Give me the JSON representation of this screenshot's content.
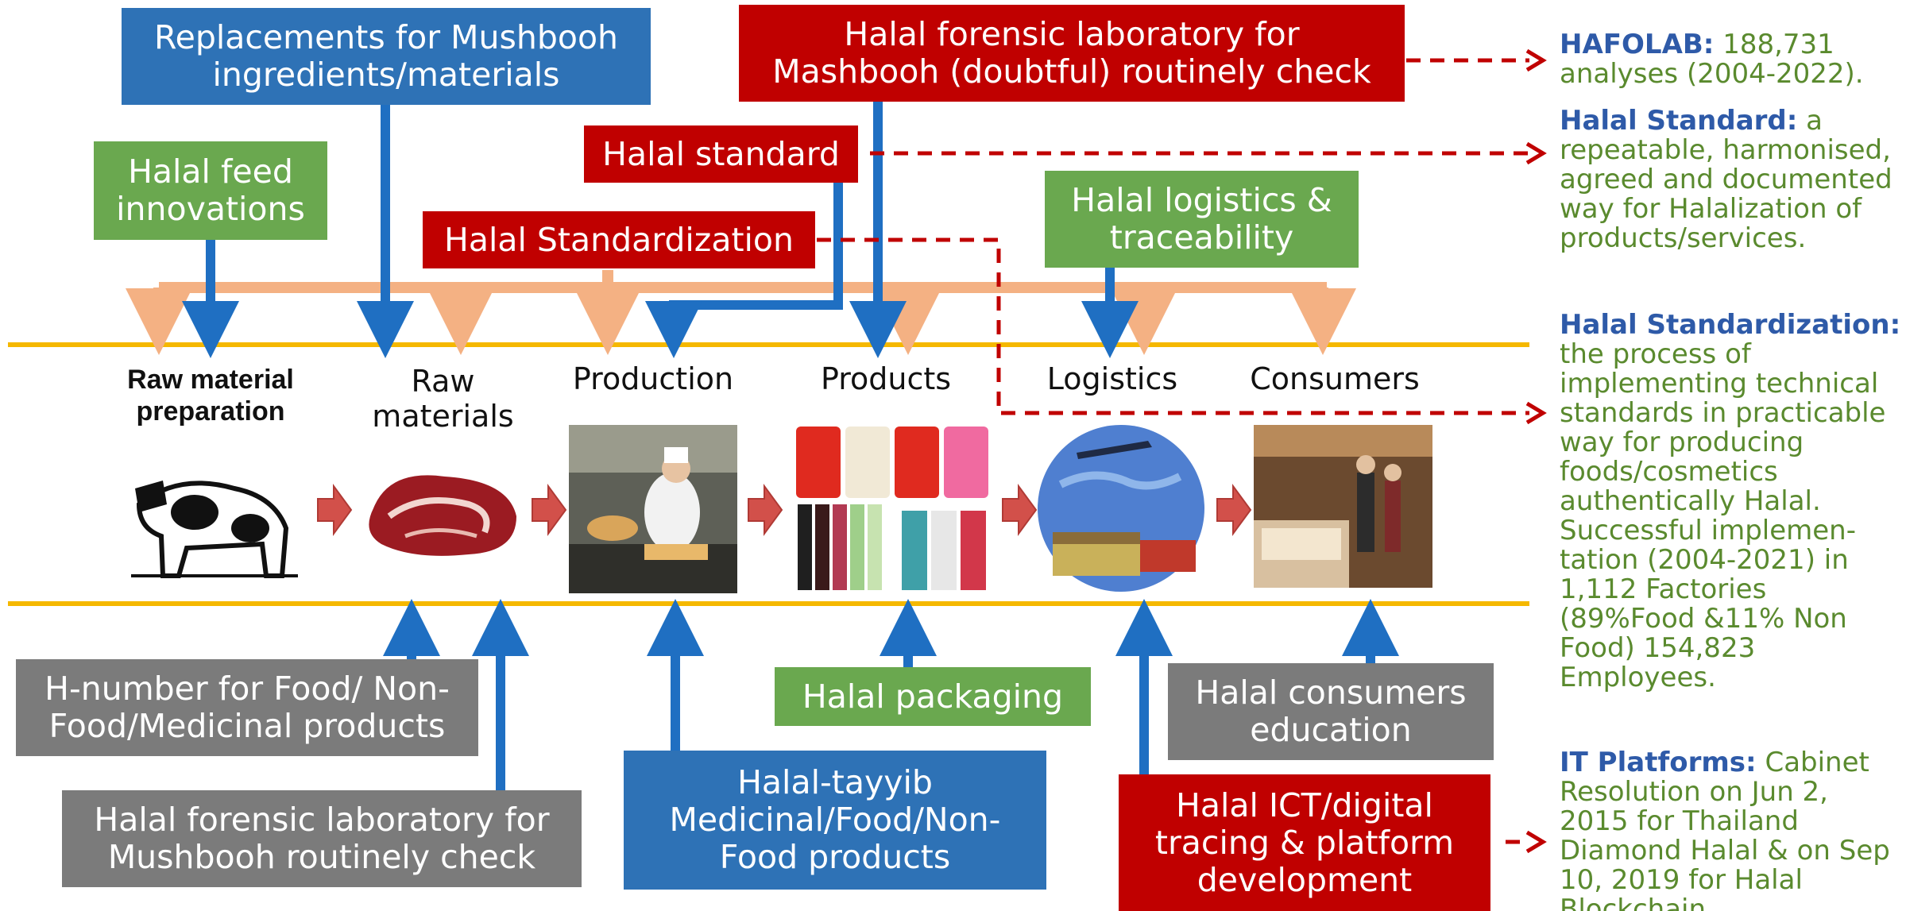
{
  "colors": {
    "blue": "#2e72b6",
    "red": "#c00000",
    "green": "#6aa84f",
    "grey": "#7b7b7b",
    "orange": "#f4b183",
    "yellow_line": "#f5b800",
    "side_heading": "#2e5aa8",
    "side_text": "#5a8a2e"
  },
  "top_boxes": {
    "replacements": "Replacements for Mushbooh\ningredients/materials",
    "forensic_top": "Halal forensic laboratory for\nMashbooh (doubtful) routinely check",
    "feed": "Halal feed\ninnovations",
    "standard": "Halal standard",
    "standardization": "Halal Standardization",
    "logistics": "Halal logistics &\ntraceability"
  },
  "stages": {
    "raw_prep": "Raw material\npreparation",
    "raw_materials": "Raw materials",
    "production": "Production",
    "products": "Products",
    "logistics": "Logistics",
    "consumers": "Consumers"
  },
  "bottom_boxes": {
    "h_number": "H-number for Food/ Non-\nFood/Medicinal products",
    "forensic_bottom": "Halal forensic laboratory for\nMushbooh routinely check",
    "tayyib": "Halal-tayyib\nMedicinal/Food/Non-\nFood products",
    "packaging": "Halal packaging",
    "consumer_edu": "Halal consumers\neducation",
    "ict": "Halal ICT/digital\ntracing & platform\ndevelopment"
  },
  "side_notes": [
    {
      "heading": "HAFOLAB:",
      "text": " 188,731 analyses (2004-2022)."
    },
    {
      "heading": "Halal Standard:",
      "text": " a repeatable, harmonised, agreed and documented way for Halalization of products/services."
    },
    {
      "heading": "Halal  Standardization:",
      "text": " the process of implementing technical standards in practicable way for producing foods/cosmetics authentically Halal. Successful implemen-tation (2004-2021) in 1,112 Factories (89%Food &11% Non Food) 154,823 Employees."
    },
    {
      "heading": "IT Platforms:",
      "text": " Cabinet Resolution on Jun 2, 2015 for Thailand Diamond Halal & on Sep 10, 2019 for Halal Blockchain"
    }
  ],
  "icons": [
    "cow-icon",
    "meat-icon",
    "chef-icon",
    "packages-icon",
    "globe-transport-icon",
    "supermarket-icon"
  ]
}
